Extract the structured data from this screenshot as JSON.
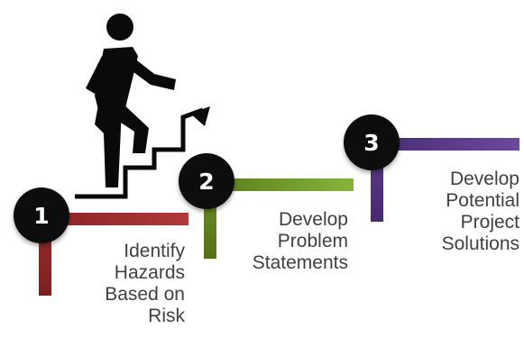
{
  "steps": [
    {
      "number": "1",
      "label": "Identify\nHazards\nBased on\nRisk",
      "color": "#9b2d2d"
    },
    {
      "number": "2",
      "label": "Develop\nProblem\nStatements",
      "color": "#6b8e23"
    },
    {
      "number": "3",
      "label": "Develop\nPotential\nProject\nSolutions",
      "color": "#5b3a8c"
    }
  ],
  "icon": {
    "name": "person-climbing-stairs-icon",
    "color": "#0a0a0a"
  }
}
